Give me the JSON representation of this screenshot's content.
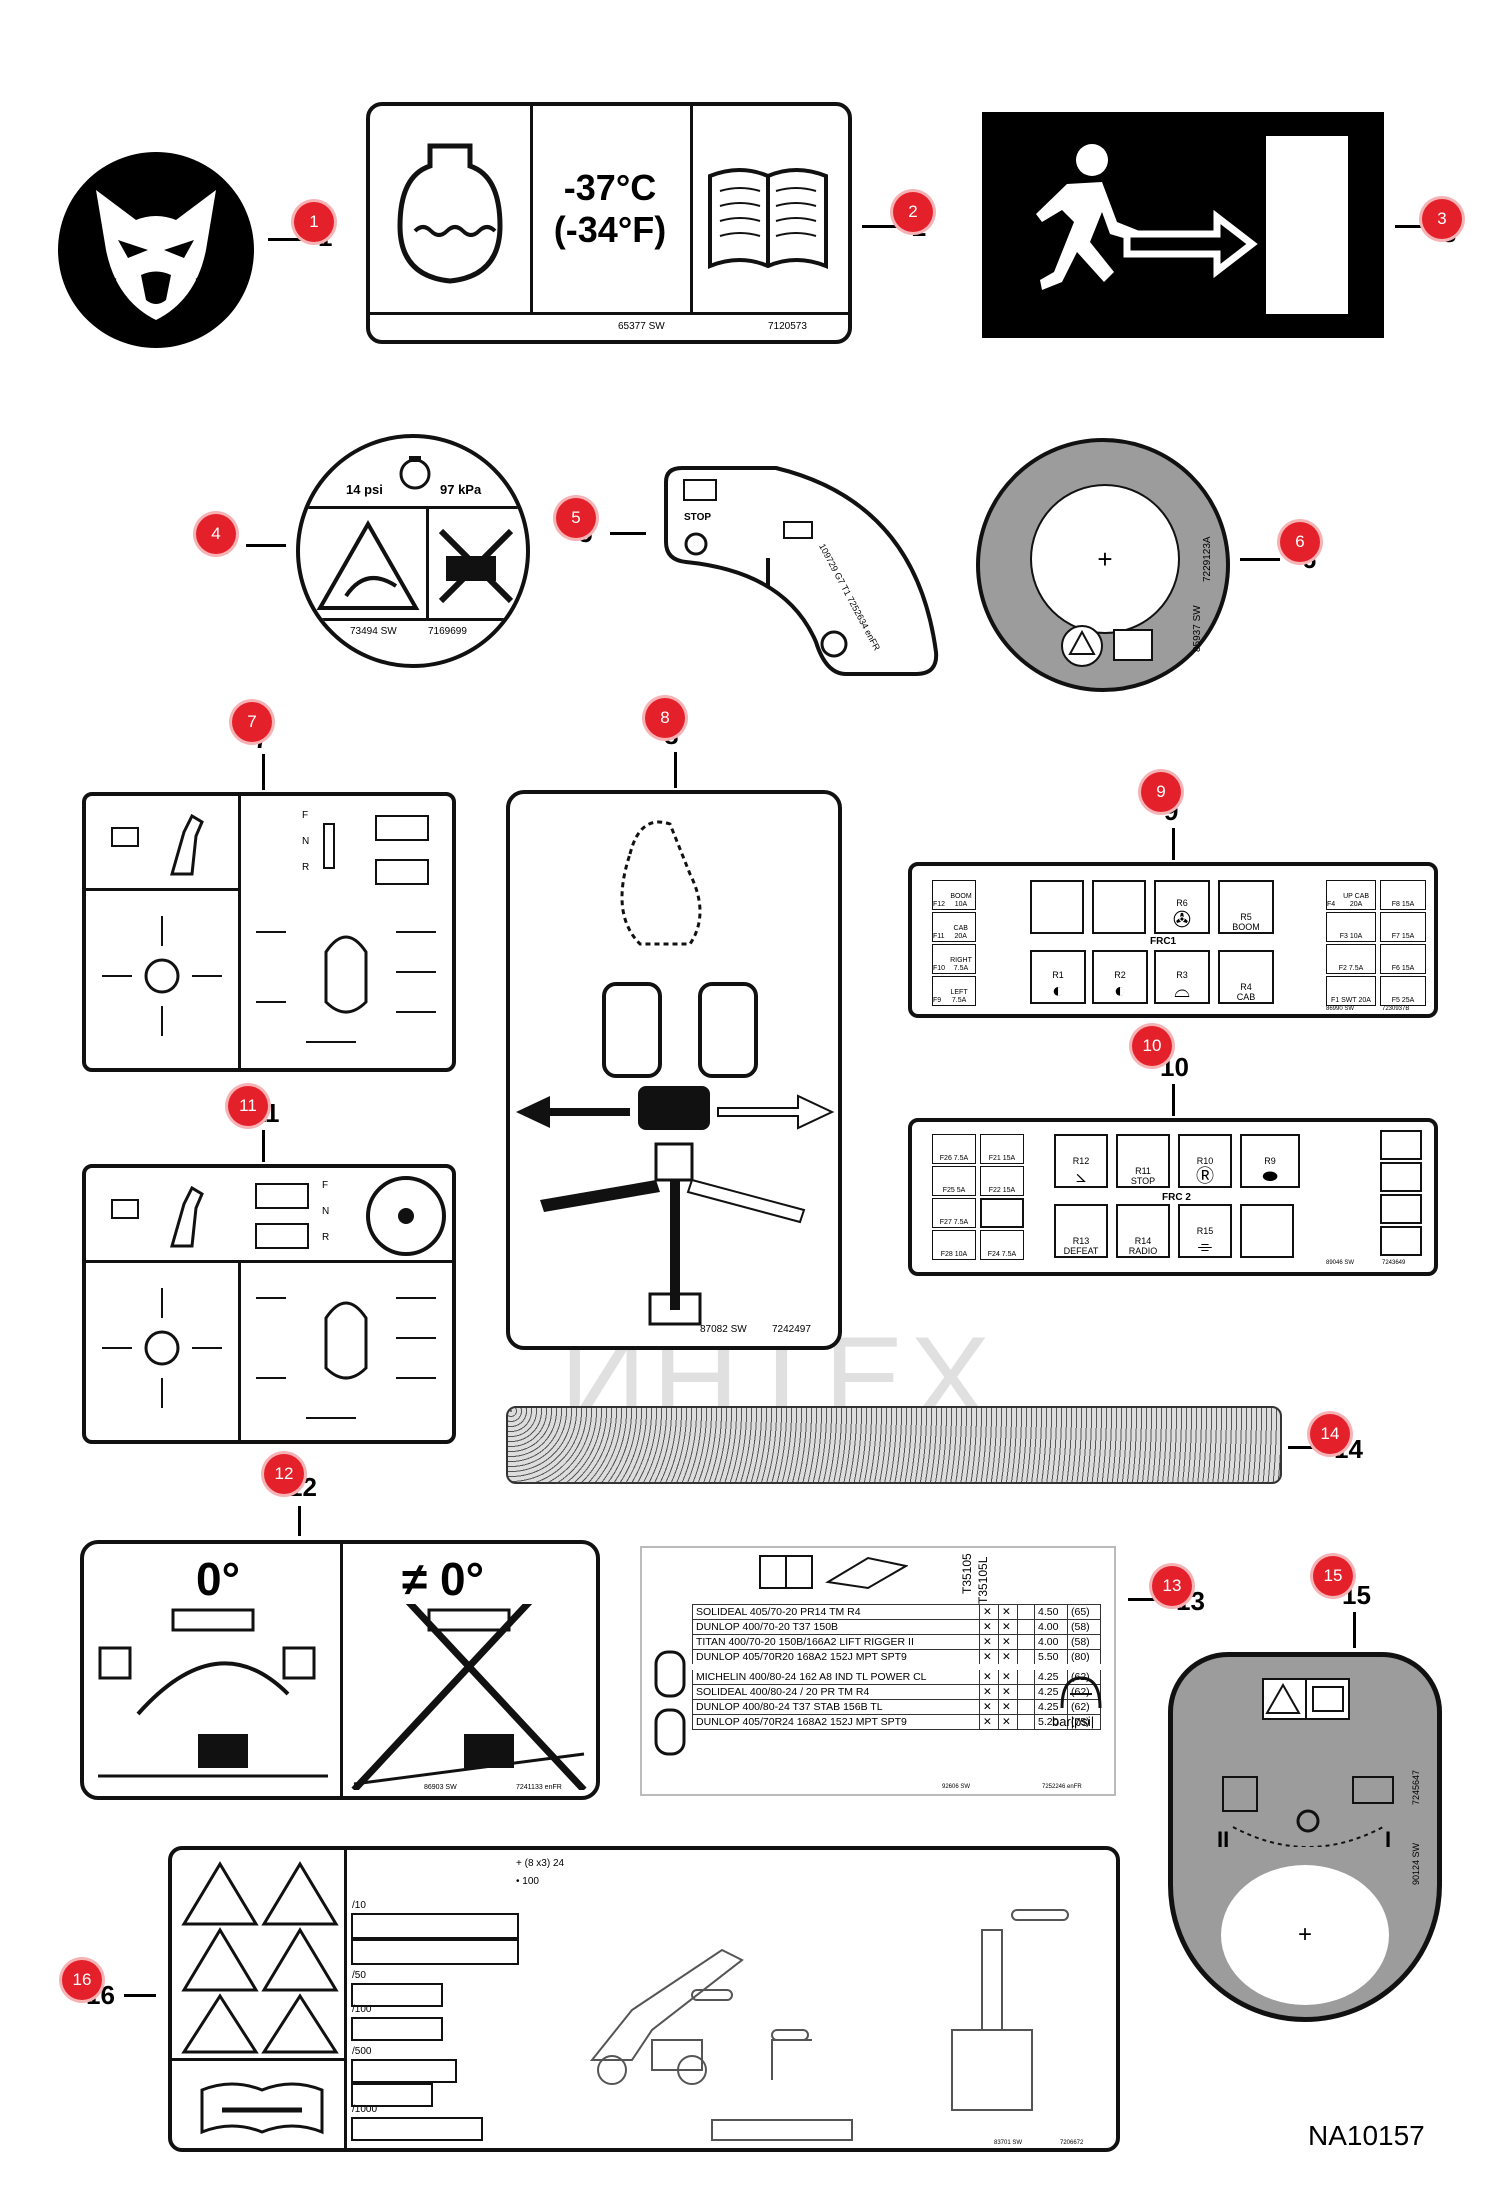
{
  "drawing_id": "NA10157",
  "watermark": "ИНТЕХ",
  "callouts": [
    "1",
    "2",
    "3",
    "4",
    "5",
    "6",
    "7",
    "8",
    "9",
    "10",
    "11",
    "12",
    "13",
    "14",
    "15",
    "16"
  ],
  "item_numbers": [
    "1",
    "2",
    "3",
    "4",
    "5",
    "6",
    "7",
    "8",
    "9",
    "10",
    "11",
    "12",
    "13",
    "14",
    "15",
    "16"
  ],
  "decal2": {
    "temp_c": "-37°C",
    "temp_f": "(-34°F)",
    "code_sw": "65377 SW",
    "part": "7120573"
  },
  "decal4": {
    "psi": "14 psi",
    "kpa": "97 kPa",
    "code_sw": "73494 SW",
    "part": "7169699"
  },
  "decal5": {
    "stop": "STOP",
    "code": "109729 G7 T1 7252634 enFR"
  },
  "decal6": {
    "code": "85937 SW",
    "part": "7229123A"
  },
  "decal7": {
    "f": "F",
    "n": "N",
    "r": "R"
  },
  "decal8": {
    "code_sw": "87082 SW",
    "part": "7242497"
  },
  "decal9": {
    "frc": "FRC1",
    "left": [
      {
        "id": "F12",
        "txt": "BOOM 10A"
      },
      {
        "id": "F11",
        "txt": "CAB 20A"
      },
      {
        "id": "F10",
        "txt": "RIGHT 7.5A"
      },
      {
        "id": "F9",
        "txt": "LEFT 7.5A"
      }
    ],
    "relays_top": [
      {
        "id": "R6",
        "txt": ""
      },
      {
        "id": "R5",
        "txt": "BOOM"
      }
    ],
    "relays_bottom": [
      {
        "id": "R1",
        "txt": ""
      },
      {
        "id": "R2",
        "txt": ""
      },
      {
        "id": "R3",
        "txt": ""
      },
      {
        "id": "R4",
        "txt": "CAB"
      }
    ],
    "right": [
      {
        "id": "F4",
        "txt": "UP CAB 20A"
      },
      {
        "id": "F8",
        "txt": "15A"
      },
      {
        "id": "F3",
        "txt": "10A"
      },
      {
        "id": "F7",
        "txt": "15A"
      },
      {
        "id": "F2",
        "txt": "7.5A"
      },
      {
        "id": "F6",
        "txt": "15A"
      },
      {
        "id": "F1",
        "txt": "SWT 20A"
      },
      {
        "id": "F5",
        "txt": "25A"
      }
    ],
    "code_sw": "86990 SW",
    "part": "7230937B"
  },
  "decal10": {
    "frc": "FRC 2",
    "left": [
      {
        "id": "F26",
        "txt": "7.5A"
      },
      {
        "id": "F21",
        "txt": "15A"
      },
      {
        "id": "F25",
        "txt": "5A"
      },
      {
        "id": "F22",
        "txt": "15A"
      },
      {
        "id": "F27",
        "txt": "7.5A"
      },
      {
        "id": "F28",
        "txt": "10A"
      },
      {
        "id": "F24",
        "txt": "7.5A"
      }
    ],
    "relays": [
      {
        "id": "R12",
        "txt": ""
      },
      {
        "id": "R11",
        "txt": "STOP"
      },
      {
        "id": "R10",
        "txt": ""
      },
      {
        "id": "R9",
        "txt": ""
      },
      {
        "id": "R13",
        "txt": "DEFEAT"
      },
      {
        "id": "R14",
        "txt": "RADIO"
      },
      {
        "id": "R15",
        "txt": ""
      }
    ],
    "code_sw": "89046 SW",
    "part": "7243649"
  },
  "decal11": {
    "f": "F",
    "n": "N",
    "r": "R"
  },
  "decal12": {
    "zero": "0°",
    "not_zero": "≠ 0°",
    "code_sw": "86903 SW",
    "part": "7241133 enFR"
  },
  "decal13": {
    "models": [
      "T35105",
      "T35105L"
    ],
    "rows": [
      [
        "SOLIDEAL  405/70-20  PR14  TM  R4",
        "4.50",
        "(65)"
      ],
      [
        "DUNLOP  400/70-20  T37  150B",
        "4.00",
        "(58)"
      ],
      [
        "TITAN  400/70-20  150B/166A2  LIFT  RIGGER  II",
        "4.00",
        "(58)"
      ],
      [
        "DUNLOP  405/70R20  168A2  152J  MPT  SPT9",
        "5.50",
        "(80)"
      ],
      [
        "MICHELIN  400/80-24  162  A8  IND  TL  POWER  CL",
        "4.25",
        "(62)"
      ],
      [
        "SOLIDEAL  400/80-24  /  20  PR  TM  R4",
        "4.25",
        "(62)"
      ],
      [
        "DUNLOP  400/80-24  T37  STAB  156B  TL",
        "4.25",
        "(62)"
      ],
      [
        "DUNLOP  405/70R24  168A2  152J  MPT  SPT9",
        "5.20",
        "(75)"
      ]
    ],
    "unit": "bar|psi|",
    "code_sw": "92606 SW",
    "part": "7252246 enFR"
  },
  "decal15": {
    "part": "7245647",
    "code_sw": "90124 SW",
    "pos2": "II",
    "pos1": "I"
  },
  "decal16": {
    "top": "+ (8 x3) 24",
    "top2": "• 100",
    "intervals": [
      "/10",
      "/50",
      "/100",
      "/500",
      "/1000"
    ],
    "code_sw": "83701 SW",
    "part": "7206672"
  },
  "colors": {
    "callout": "#e4202a",
    "dark": "#111111",
    "grey": "#9c9c9c"
  }
}
